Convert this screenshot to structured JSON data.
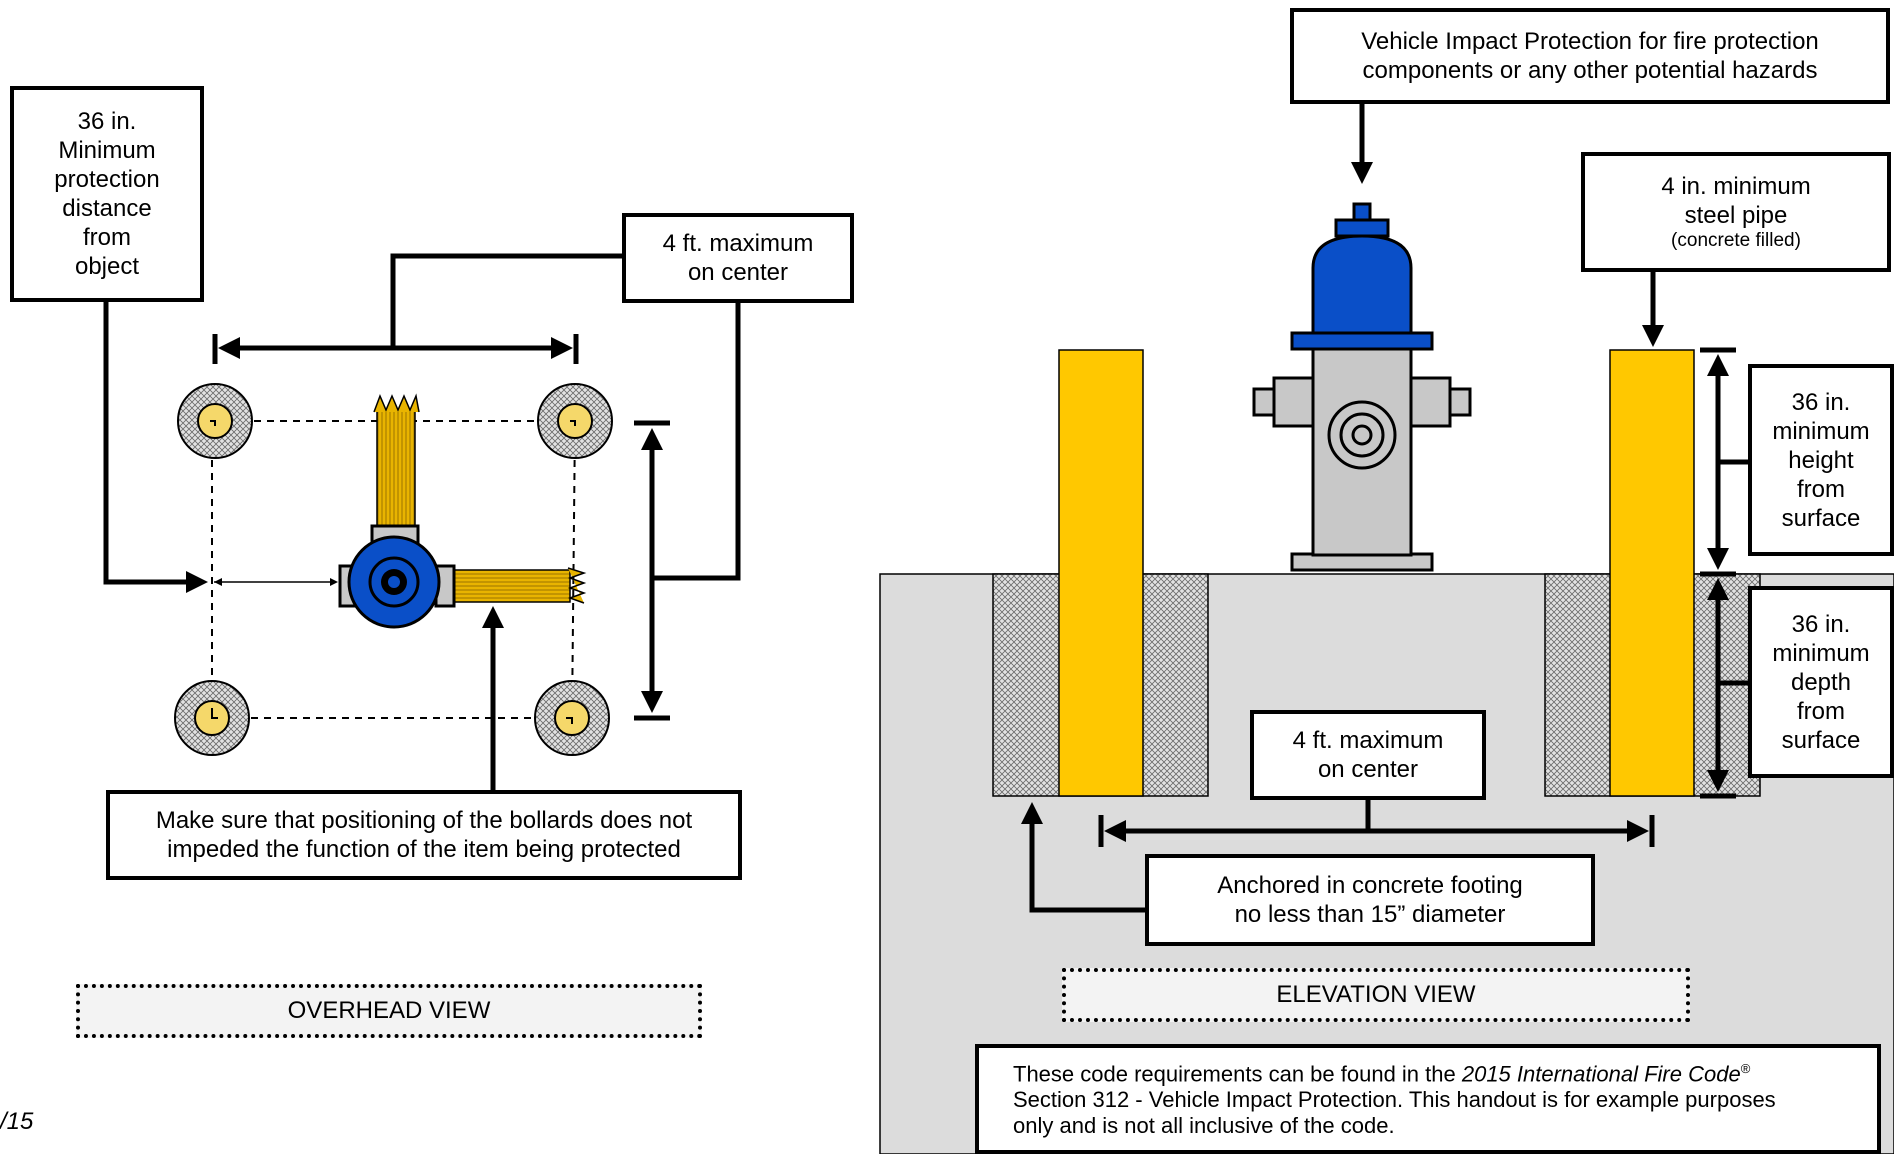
{
  "callouts": {
    "min_distance": [
      "36 in.",
      "Minimum",
      "protection",
      "distance",
      "from",
      "object"
    ],
    "overhead_spacing": [
      "4 ft. maximum",
      "on center"
    ],
    "positioning": [
      "Make sure that positioning of the bollards does not",
      "impeded the function of the item being protected"
    ],
    "vehicle_impact": [
      "Vehicle Impact Protection for fire protection",
      "components or any other potential hazards"
    ],
    "pipe": [
      "4 in. minimum",
      "steel pipe"
    ],
    "pipe_note": "(concrete filled)",
    "height": [
      "36 in.",
      "minimum",
      "height",
      "from",
      "surface"
    ],
    "depth": [
      "36 in.",
      "minimum",
      "depth",
      "from",
      "surface"
    ],
    "elevation_spacing": [
      "4 ft. maximum",
      "on center"
    ],
    "anchored": [
      "Anchored in concrete footing",
      "no less than 15” diameter"
    ]
  },
  "views": {
    "overhead": "OVERHEAD VIEW",
    "elevation": "ELEVATION VIEW"
  },
  "code_note": {
    "line1_prefix": "These code requirements can be found in the ",
    "line1_italic": "2015 International Fire Code",
    "line1_sup": "®",
    "line2": "Section 312 - Vehicle Impact Protection.  This handout is for example purposes",
    "line3": "only and is not all inclusive of the code."
  },
  "footer_mark": "/15",
  "colors": {
    "bollard_yellow": "#FFC800",
    "hydrant_blue": "#0A4FC8",
    "hydrant_gray": "#C8C8C8",
    "ground_gray": "#DCDCDC",
    "hose_gold": "#E8B400"
  },
  "icons": {
    "hydrant": "fire-hydrant-icon",
    "bollard": "bollard-icon"
  }
}
